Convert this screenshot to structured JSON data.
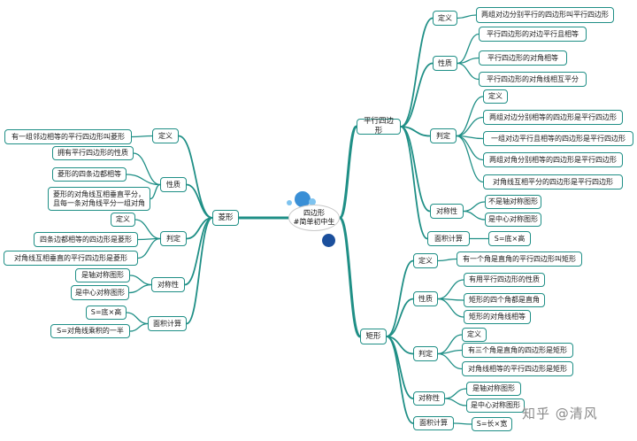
{
  "colors": {
    "line": "#1f8f86",
    "node_border": "#1f8f86",
    "bubble_dark": "#1b4f9c",
    "bubble_mid": "#3a8fd6",
    "bubble_light": "#7ec3ef"
  },
  "root": {
    "line1": "四边形",
    "line2": "#简单初中生"
  },
  "watermark": "知乎 @清风",
  "branches": {
    "parallelogram": {
      "label": "平行四边形",
      "definition": {
        "label": "定义",
        "items": [
          "两组对边分别平行的四边形叫平行四边形"
        ]
      },
      "properties": {
        "label": "性质",
        "items": [
          "平行四边形的对边平行且相等",
          "平行四边形的对角相等",
          "平行四边形的对角线相互平分"
        ]
      },
      "determination": {
        "label": "判定",
        "items": [
          "定义",
          "两组对边分别相等的四边形是平行四边形",
          "一组对边平行且相等的四边形是平行四边形",
          "两组对角分别相等的四边形是平行四边形",
          "对角线互相平分的四边形是平行四边形"
        ]
      },
      "symmetry": {
        "label": "对称性",
        "items": [
          "不是轴对称图形",
          "是中心对称图形"
        ]
      },
      "area": {
        "label": "面积计算",
        "items": [
          "S=底×高"
        ]
      }
    },
    "rectangle": {
      "label": "矩形",
      "definition": {
        "label": "定义",
        "items": [
          "有一个角是直角的平行四边形叫矩形"
        ]
      },
      "properties": {
        "label": "性质",
        "items": [
          "有用平行四边形的性质",
          "矩形的四个角都是直角",
          "矩形的对角线相等"
        ]
      },
      "determination": {
        "label": "判定",
        "items": [
          "定义",
          "有三个角是直角的四边形是矩形",
          "对角线相等的平行四边形是矩形"
        ]
      },
      "symmetry": {
        "label": "对称性",
        "items": [
          "是轴对称图形",
          "是中心对称图形"
        ]
      },
      "area": {
        "label": "面积计算",
        "items": [
          "S=长×宽"
        ]
      }
    },
    "rhombus": {
      "label": "菱形",
      "definition": {
        "label": "定义",
        "items": [
          "有一组邻边相等的平行四边形叫菱形"
        ]
      },
      "properties": {
        "label": "性质",
        "items": [
          "拥有平行四边形的性质",
          "菱形的四条边都相等",
          "菱形的对角线互相垂直平分，\n且每一条对角线平分一组对角"
        ]
      },
      "determination": {
        "label": "判定",
        "items": [
          "定义",
          "四条边都相等的四边形是菱形",
          "对角线互相垂直的平行四边形是菱形"
        ]
      },
      "symmetry": {
        "label": "对称性",
        "items": [
          "是轴对称图形",
          "是中心对称图形"
        ]
      },
      "area": {
        "label": "面积计算",
        "items": [
          "S=底×高",
          "S=对角线乘积的一半"
        ]
      }
    }
  }
}
